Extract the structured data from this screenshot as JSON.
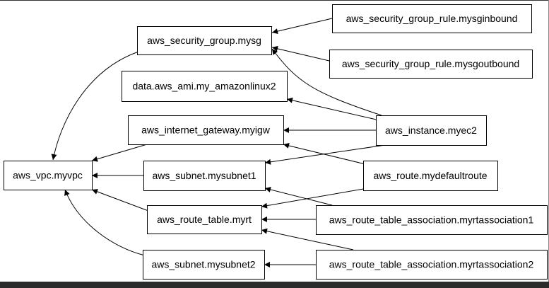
{
  "graph": {
    "nodes": [
      {
        "id": "sg",
        "label": "aws_security_group.mysg"
      },
      {
        "id": "sgin",
        "label": "aws_security_group_rule.mysginbound"
      },
      {
        "id": "sgout",
        "label": "aws_security_group_rule.mysgoutbound"
      },
      {
        "id": "ami",
        "label": "data.aws_ami.my_amazonlinux2"
      },
      {
        "id": "igw",
        "label": "aws_internet_gateway.myigw"
      },
      {
        "id": "ec2",
        "label": "aws_instance.myec2"
      },
      {
        "id": "vpc",
        "label": "aws_vpc.myvpc"
      },
      {
        "id": "sub1",
        "label": "aws_subnet.mysubnet1"
      },
      {
        "id": "route",
        "label": "aws_route.mydefaultroute"
      },
      {
        "id": "rt",
        "label": "aws_route_table.myrt"
      },
      {
        "id": "rta1",
        "label": "aws_route_table_association.myrtassociation1"
      },
      {
        "id": "sub2",
        "label": "aws_subnet.mysubnet2"
      },
      {
        "id": "rta2",
        "label": "aws_route_table_association.myrtassociation2"
      }
    ],
    "edges": [
      {
        "from": "sgin",
        "to": "sg"
      },
      {
        "from": "sgout",
        "to": "sg"
      },
      {
        "from": "ec2",
        "to": "sg"
      },
      {
        "from": "ec2",
        "to": "ami"
      },
      {
        "from": "ec2",
        "to": "igw"
      },
      {
        "from": "ec2",
        "to": "sub1"
      },
      {
        "from": "sg",
        "to": "vpc"
      },
      {
        "from": "igw",
        "to": "vpc"
      },
      {
        "from": "sub1",
        "to": "vpc"
      },
      {
        "from": "rt",
        "to": "vpc"
      },
      {
        "from": "sub2",
        "to": "vpc"
      },
      {
        "from": "route",
        "to": "igw"
      },
      {
        "from": "route",
        "to": "rt"
      },
      {
        "from": "rta1",
        "to": "rt"
      },
      {
        "from": "rta1",
        "to": "sub1"
      },
      {
        "from": "rta2",
        "to": "rt"
      },
      {
        "from": "rta2",
        "to": "sub2"
      }
    ]
  }
}
